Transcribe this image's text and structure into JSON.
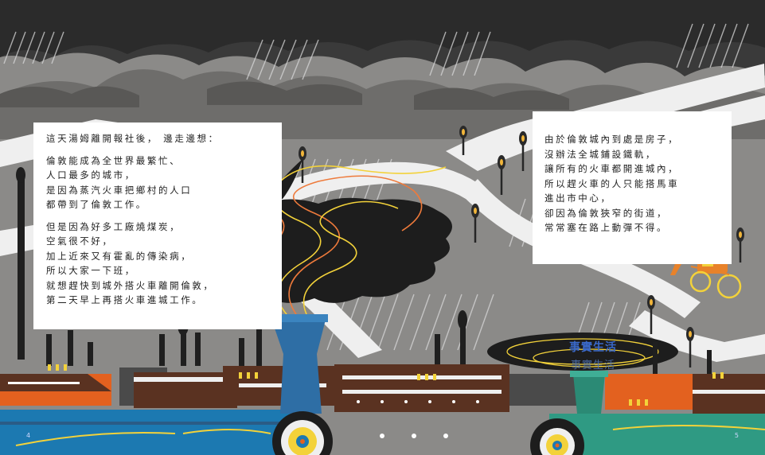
{
  "left_text": {
    "lines": [
      "這天湯姆離開報社後， 邊走邊想：",
      "",
      "倫敦能成為全世界最繁忙、",
      "人口最多的城市，",
      "是因為蒸汽火車把鄉村的人口",
      "都帶到了倫敦工作。",
      "",
      "但是因為好多工廠燒煤炭，",
      "空氣很不好，",
      "加上近來又有霍亂的傳染病，",
      "所以大家一下班，",
      "就想趕快到城外搭火車離開倫敦，",
      "第二天早上再搭火車進城工作。"
    ]
  },
  "right_text": {
    "lines": [
      "由於倫敦城內到處是房子，",
      "沒辦法全城鋪設鐵軌，",
      "讓所有的火車都開進城內，",
      "所以趕火車的人只能搭馬車",
      "進出市中心，",
      "卻因為倫敦狹窄的街道，",
      "常常塞在路上動彈不得。"
    ]
  },
  "page_numbers": {
    "left": "4",
    "right": "5"
  },
  "watermark": {
    "line1": "事實生活",
    "line2": "事實生活"
  },
  "colors": {
    "background_gray": "#8b8a88",
    "cloud_dark": "#3b3b3b",
    "smoke_black": "#1d1d1d",
    "road_white": "#efefef",
    "train_blue": "#1c79b1",
    "train_green": "#2f9a83",
    "building_brown": "#5a3221",
    "roof_orange": "#e3611f",
    "carriage_orange": "#e8822a",
    "steam_yellow": "#f3d23a",
    "steam_orange": "#ee7a3b"
  }
}
